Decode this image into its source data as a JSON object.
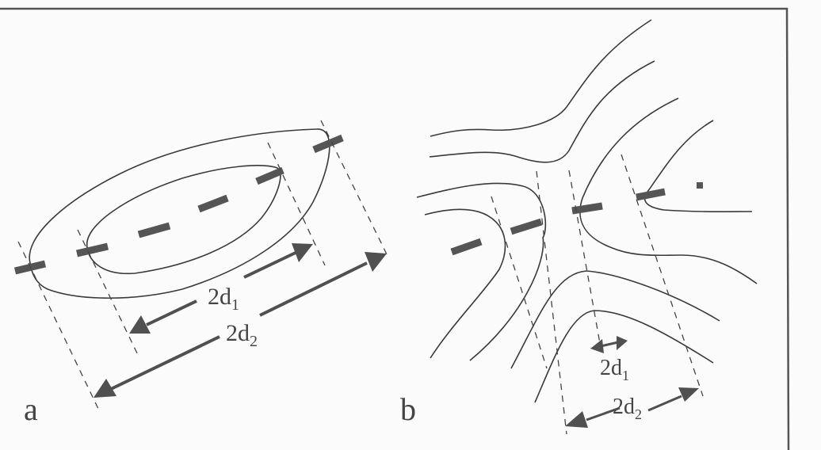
{
  "figure": {
    "panels": [
      {
        "id": "a",
        "label": "a",
        "measure_1": {
          "base": "2d",
          "sub": "1"
        },
        "measure_2": {
          "base": "2d",
          "sub": "2"
        }
      },
      {
        "id": "b",
        "label": "b",
        "measure_1": {
          "base": "2d",
          "sub": "1"
        },
        "measure_2": {
          "base": "2d",
          "sub": "2"
        }
      }
    ],
    "colors": {
      "line": "#3a3a3a",
      "axis_dash": "#555555",
      "arrow": "#505050",
      "background": "#fbfbfb",
      "border": "#555555"
    }
  }
}
